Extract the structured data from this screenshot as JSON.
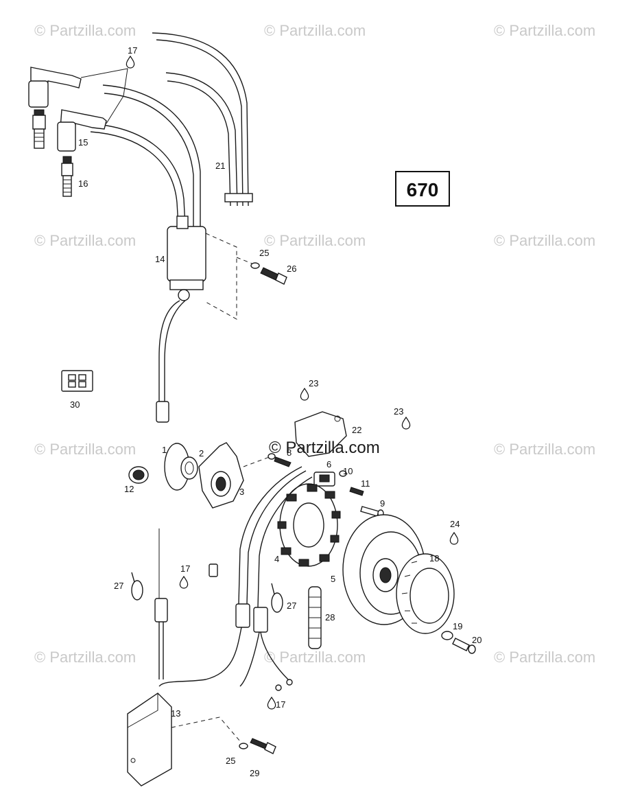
{
  "diagram_number": "670",
  "watermark": "© Partzilla.com",
  "center_watermark": "© Partzilla.com",
  "callouts": {
    "c1": "1",
    "c2": "2",
    "c3": "3",
    "c4": "4",
    "c5": "5",
    "c6": "6",
    "c8": "8",
    "c9": "9",
    "c10": "10",
    "c11": "11",
    "c12": "12",
    "c13": "13",
    "c14": "14",
    "c15": "15",
    "c16": "16",
    "c17a": "17",
    "c17b": "17",
    "c17c": "17",
    "c18": "18",
    "c19": "19",
    "c20": "20",
    "c21": "21",
    "c22": "22",
    "c23a": "23",
    "c23b": "23",
    "c24": "24",
    "c25a": "25",
    "c25b": "25",
    "c26": "26",
    "c27a": "27",
    "c27b": "27",
    "c28": "28",
    "c29": "29",
    "c30": "30"
  }
}
